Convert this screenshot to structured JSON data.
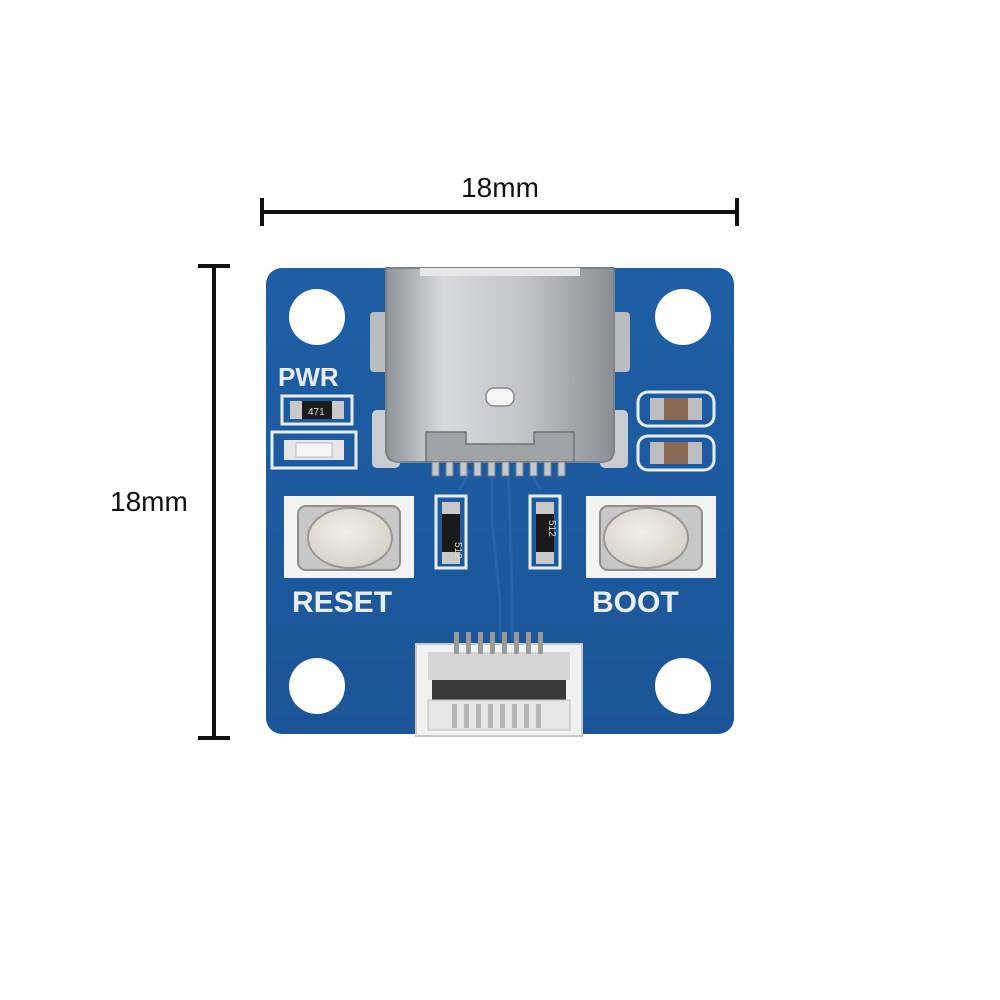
{
  "dimensions": {
    "width_label": "18mm",
    "height_label": "18mm"
  },
  "board": {
    "color": "#1e5aa0",
    "silkscreen": {
      "pwr": "PWR",
      "reset": "RESET",
      "boot": "BOOT",
      "resistor_pwr": "471",
      "resistor_left": "512",
      "resistor_right": "512"
    }
  }
}
